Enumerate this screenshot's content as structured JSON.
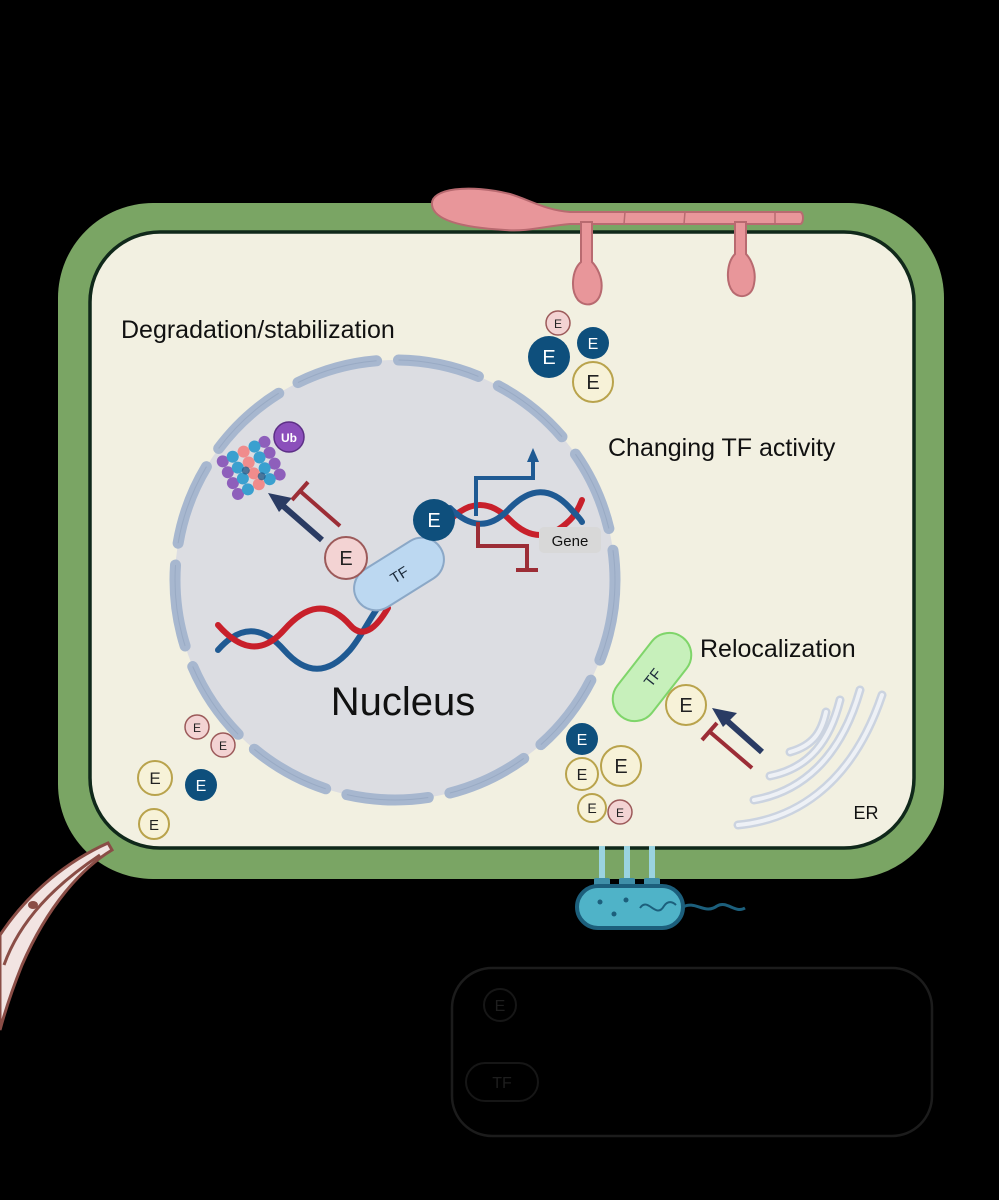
{
  "labels": {
    "degradation": "Degradation/stabilization",
    "changing_tf": "Changing TF activity",
    "relocalization": "Relocalization",
    "nucleus": "Nucleus",
    "er": "ER",
    "gene": "Gene",
    "ub": "Ub"
  },
  "markers": {
    "effector": "E",
    "tf": "TF"
  },
  "legend": {
    "effector": "E",
    "tf": "TF"
  },
  "colors": {
    "background": "#000000",
    "cell_wall": "#7aa564",
    "cytoplasm": "#f2f0e1",
    "nucleus_fill": "#dcdde2",
    "nuclear_envelope": "#a7b7cf",
    "dna_red": "#c8202b",
    "dna_blue": "#1f5a93",
    "effector_dark": "#0e4f7c",
    "effector_pink": "#f3d3d3",
    "effector_cream": "#f7f2d8",
    "tf_blue": "#bcd8f1",
    "tf_green": "#c7f0bb",
    "ub_purple": "#8b4fbb",
    "arrow_navy": "#2a3b63",
    "inhibit_red": "#9c2d36",
    "hypha_pink": "#e8969a",
    "bacterium_teal": "#4fb3c8"
  }
}
